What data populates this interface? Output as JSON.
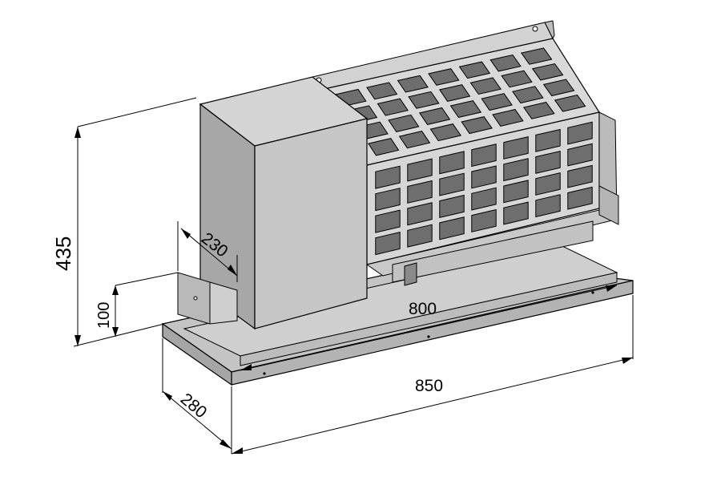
{
  "dimensions": {
    "height_total": "435",
    "height_base": "100",
    "depth_body": "230",
    "depth_base": "280",
    "width_inner": "800",
    "width_outer": "850"
  },
  "colors": {
    "background": "#ffffff",
    "body": "#c9c9c9",
    "body_dark": "#a9a9a9",
    "filter_panel": "#6b6b6b",
    "line": "#000000"
  }
}
